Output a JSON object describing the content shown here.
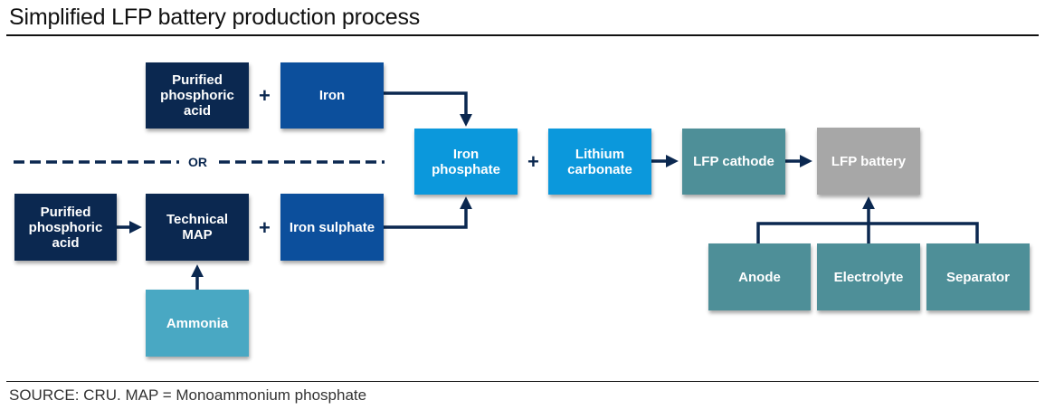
{
  "title": "Simplified LFP battery production process",
  "source": "SOURCE: CRU. MAP = Monoammonium phosphate",
  "separator_label": "OR",
  "operator": "+",
  "colors": {
    "navy": "#0b2850",
    "blue": "#0c4f9c",
    "sky": "#0b98dc",
    "teal": "#4e8f98",
    "grey": "#a7a7a7",
    "light_teal": "#49a8c3",
    "arrow": "#0b2850"
  },
  "nodes": {
    "purified_acid_top": "Purified\nphosphoric\nacid",
    "iron": "Iron",
    "purified_acid_bottom": "Purified\nphosphoric\nacid",
    "technical_map": "Technical\nMAP",
    "iron_sulphate": "Iron sulphate",
    "ammonia": "Ammonia",
    "iron_phosphate": "Iron\nphosphate",
    "lithium_carbonate": "Lithium\ncarbonate",
    "lfp_cathode": "LFP cathode",
    "lfp_battery": "LFP battery",
    "anode": "Anode",
    "electrolyte": "Electrolyte",
    "separator": "Separator"
  },
  "edges": [
    {
      "from": "iron",
      "to": "iron_phosphate"
    },
    {
      "from": "iron_sulphate",
      "to": "iron_phosphate"
    },
    {
      "from": "purified_acid_bottom",
      "to": "technical_map"
    },
    {
      "from": "ammonia",
      "to": "technical_map"
    },
    {
      "from": "lithium_carbonate",
      "to": "lfp_cathode"
    },
    {
      "from": "lfp_cathode",
      "to": "lfp_battery"
    },
    {
      "from": "anode",
      "to": "lfp_battery"
    },
    {
      "from": "electrolyte",
      "to": "lfp_battery"
    },
    {
      "from": "separator",
      "to": "lfp_battery"
    }
  ]
}
